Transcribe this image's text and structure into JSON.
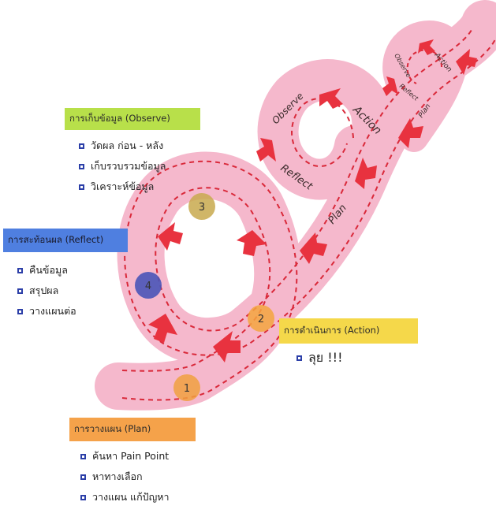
{
  "road_labels": {
    "big_loop": {
      "observe": "Observe",
      "action": "Action",
      "reflect": "Reflect",
      "plan": "Plan"
    },
    "small_loop": {
      "observe": "Observe",
      "action": "Action",
      "reflect": "Reflect",
      "plan": "Plan"
    }
  },
  "markers": [
    "1",
    "2",
    "3",
    "4"
  ],
  "marker_colors": {
    "1": "#f0a040",
    "2": "#f3a43e",
    "3": "#c8a94e",
    "4": "#4a55b8"
  },
  "observe_box": {
    "title": "การเก็บข้อมูล (Observe)",
    "items": [
      "วัดผล ก่อน - หลัง",
      "เก็บรวบรวมข้อมูล",
      "วิเคราะห์ข้อมูล"
    ],
    "color": "#b8e04a"
  },
  "reflect_box": {
    "title": "การสะท้อนผล (Reflect)",
    "items": [
      "คืนข้อมูล",
      "สรุปผล",
      "วางแผนต่อ"
    ],
    "color": "#4f7fe0"
  },
  "action_box": {
    "title": "การดำเนินการ (Action)",
    "items": [
      "ลุย !!!"
    ],
    "color": "#f5d84a"
  },
  "plan_box": {
    "title": "การวางแผน (Plan)",
    "items": [
      "ค้นหา Pain Point",
      "หาทางเลือก",
      "วางแผน แก้ปัญหา"
    ],
    "color": "#f5a24a"
  },
  "colors": {
    "road": "#f5b8cc",
    "dash": "#d9293a",
    "arrow": "#e8323f",
    "bullet": "#2c3fa8"
  }
}
